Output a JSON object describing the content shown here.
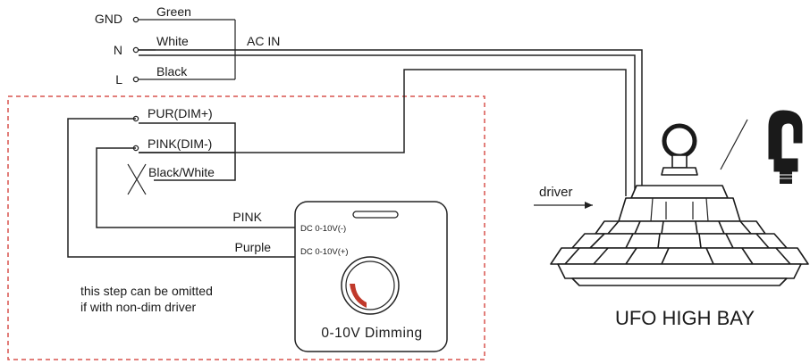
{
  "ac_input": {
    "terminals": [
      {
        "name": "GND",
        "wire": "Green"
      },
      {
        "name": "N",
        "wire": "White"
      },
      {
        "name": "L",
        "wire": "Black"
      }
    ],
    "label": "AC IN"
  },
  "driver_leads": {
    "dim_plus": "PUR(DIM+)",
    "dim_minus": "PINK(DIM-)",
    "unused": "Black/White"
  },
  "dimmer_wires": {
    "pink": "PINK",
    "purple": "Purple"
  },
  "dimmer": {
    "terminal_minus": "DC 0-10V(-)",
    "terminal_plus": "DC 0-10V(+)",
    "title": "0-10V Dimming"
  },
  "note": {
    "line1": "this step can be omitted",
    "line2": "if with non-dim driver"
  },
  "driver_label": "driver",
  "product_name": "UFO HIGH BAY",
  "colors": {
    "dashed_border": "#d9534f",
    "knob_accent": "#c0392b",
    "ink": "#1a1a1a"
  }
}
